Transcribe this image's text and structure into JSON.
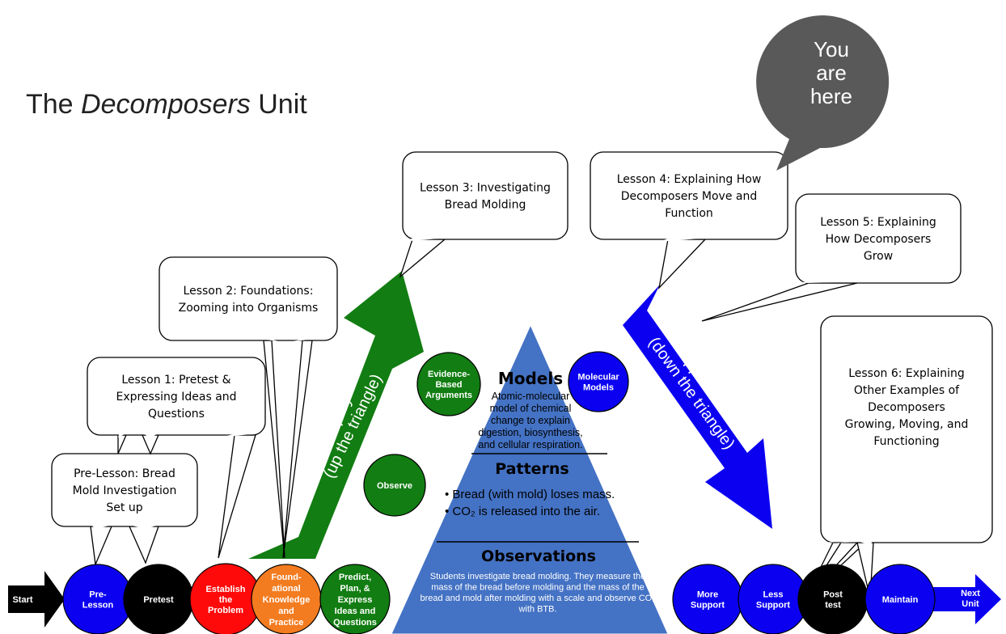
{
  "title": {
    "prefix": "The ",
    "emphasis": "Decomposers",
    "suffix": " Unit"
  },
  "marker": {
    "lines": [
      "You",
      "are",
      "here"
    ],
    "color": "#595959"
  },
  "lessons": [
    {
      "id": "pre-lesson",
      "lines": [
        "Pre-Lesson: Bread",
        "Mold Investigation",
        "Set up"
      ]
    },
    {
      "id": "lesson-1",
      "lines": [
        "Lesson 1: Pretest &",
        "Expressing Ideas and",
        "Questions"
      ]
    },
    {
      "id": "lesson-2",
      "lines": [
        "Lesson 2: Foundations:",
        "Zooming into Organisms"
      ]
    },
    {
      "id": "lesson-3",
      "lines": [
        "Lesson 3: Investigating",
        "Bread Molding"
      ]
    },
    {
      "id": "lesson-4",
      "lines": [
        "Lesson 4: Explaining How",
        "Decomposers Move and",
        "Function"
      ]
    },
    {
      "id": "lesson-5",
      "lines": [
        "Lesson 5: Explaining",
        "How Decomposers",
        "Grow"
      ]
    },
    {
      "id": "lesson-6",
      "lines": [
        "Lesson 6: Explaining",
        "Other Examples of",
        "Decomposers",
        "Growing, Moving, and",
        "Functioning"
      ]
    }
  ],
  "arrows": {
    "inquiry": {
      "lines": [
        "Inquiry",
        "(up the triangle)"
      ],
      "color": "#127d12"
    },
    "application": {
      "lines": [
        "Application",
        "(down the triangle)"
      ],
      "color": "#0b00f0"
    }
  },
  "pyramid": {
    "color": "#4472c4",
    "models": {
      "heading": "Models",
      "lines": [
        "Atomic-molecular",
        "model of chemical",
        "change to explain",
        "digestion, biosynthesis,",
        "and cellular respiration."
      ]
    },
    "patterns": {
      "heading": "Patterns",
      "bullets": [
        "Bread (with mold) loses mass.",
        "CO₂ is released into the air."
      ]
    },
    "observations": {
      "heading": "Observations",
      "lines": [
        "Students investigate bread molding. They measure the",
        "mass of the bread before molding and the mass of the",
        "bread and mold after molding with a scale and observe CO₂",
        "with BTB."
      ]
    }
  },
  "side_circles": [
    {
      "id": "evidence",
      "lines": [
        "Evidence-",
        "Based",
        "Arguments"
      ],
      "color": "#127d12"
    },
    {
      "id": "molecular",
      "lines": [
        "Molecular",
        "Models"
      ],
      "color": "#0b00f0"
    },
    {
      "id": "observe",
      "lines": [
        "Observe"
      ],
      "color": "#127d12"
    }
  ],
  "timeline": {
    "start_label": "Start",
    "end_lines": [
      "Next",
      "Unit"
    ],
    "steps": [
      {
        "id": "pre-lesson",
        "lines": [
          "Pre-",
          "Lesson"
        ],
        "color": "#0b00f0"
      },
      {
        "id": "pretest",
        "lines": [
          "Pretest"
        ],
        "color": "#000000"
      },
      {
        "id": "establish",
        "lines": [
          "Establish",
          "the",
          "Problem"
        ],
        "color": "#ff0a0a"
      },
      {
        "id": "foundational",
        "lines": [
          "Found-",
          "ational",
          "Knowledge",
          "and",
          "Practice"
        ],
        "color": "#f47c20"
      },
      {
        "id": "predict",
        "lines": [
          "Predict,",
          "Plan, &",
          "Express",
          "Ideas and",
          "Questions"
        ],
        "color": "#127d12"
      },
      {
        "id": "more-support",
        "lines": [
          "More",
          "Support"
        ],
        "color": "#0b00f0"
      },
      {
        "id": "less-support",
        "lines": [
          "Less",
          "Support"
        ],
        "color": "#0b00f0"
      },
      {
        "id": "post-test",
        "lines": [
          "Post",
          "test"
        ],
        "color": "#000000"
      },
      {
        "id": "maintain",
        "lines": [
          "Maintain"
        ],
        "color": "#0b00f0"
      }
    ]
  }
}
